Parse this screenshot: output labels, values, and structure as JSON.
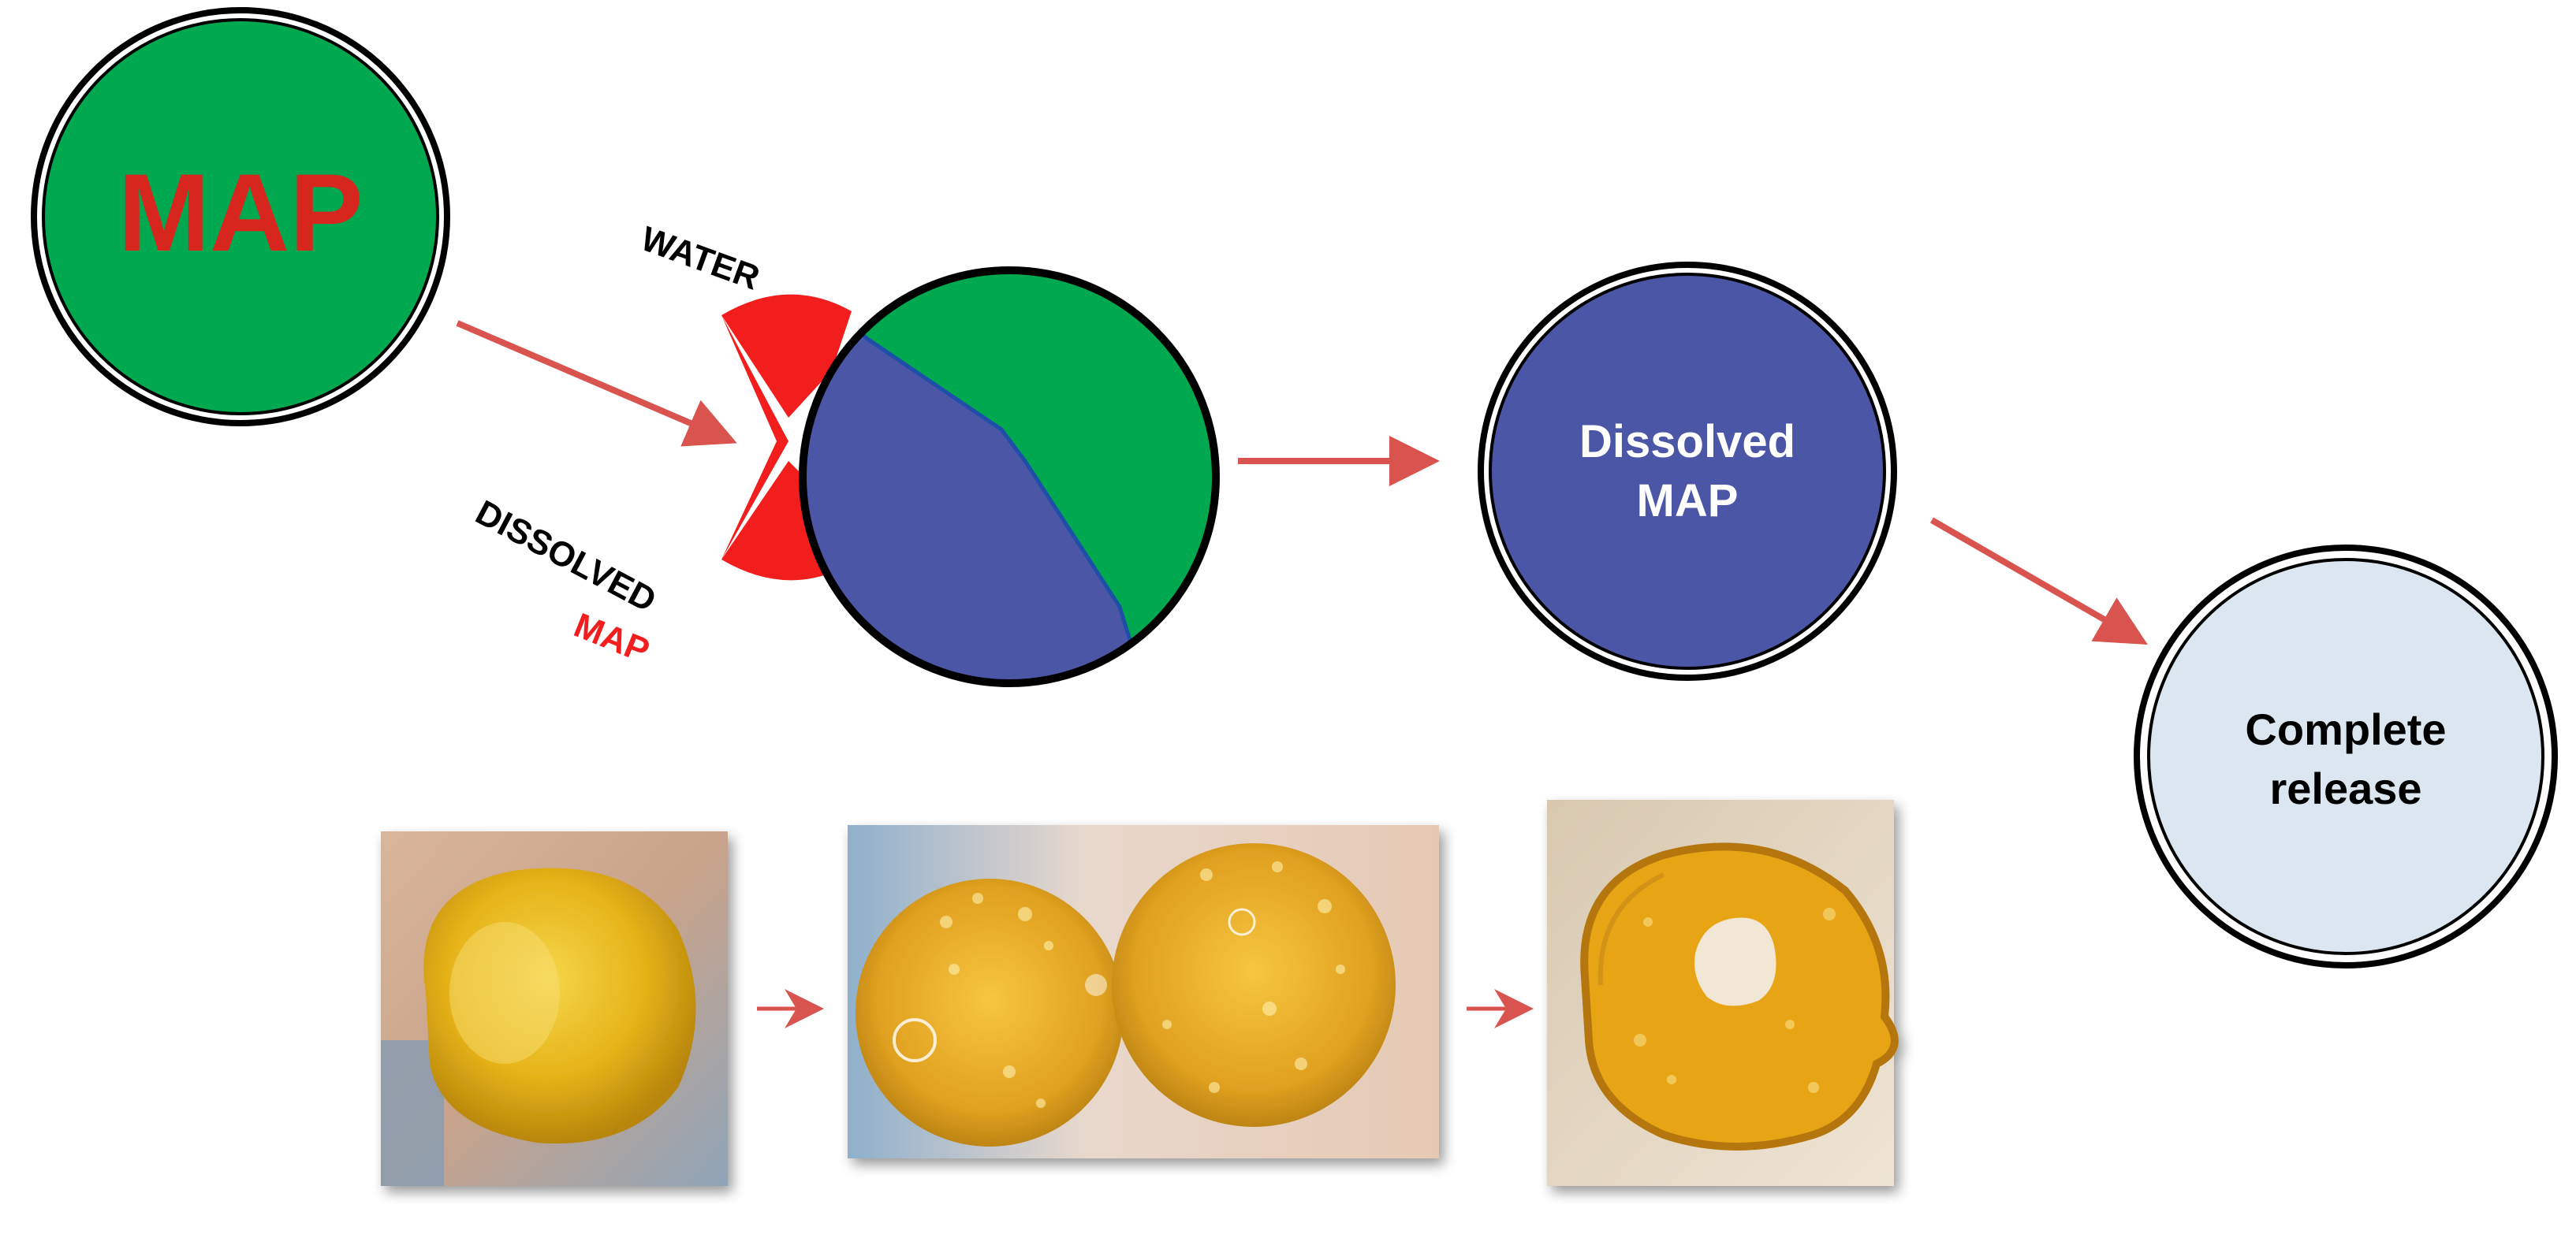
{
  "nodes": {
    "map": {
      "label": "MAP",
      "fill": "#00a84f",
      "text_color": "#d7261e"
    },
    "dissolving": {
      "green": "#00a84f",
      "blue": "#4c56a6"
    },
    "dissolved": {
      "line1": "Dissolved",
      "line2": "MAP",
      "fill": "#4c56a6",
      "text_color": "#ffffff"
    },
    "complete": {
      "line1": "Complete",
      "line2": "release",
      "fill": "#dce6f0",
      "text_color": "#000000"
    }
  },
  "labels": {
    "water": "WATER",
    "dissolved": "DISSOLVED",
    "dissolved_map": "MAP"
  },
  "colors": {
    "arrow": "#d9534f",
    "red_wedge": "#f21d1d",
    "outline": "#000000"
  },
  "photos": {
    "count": 3,
    "descriptions_hidden": true
  }
}
